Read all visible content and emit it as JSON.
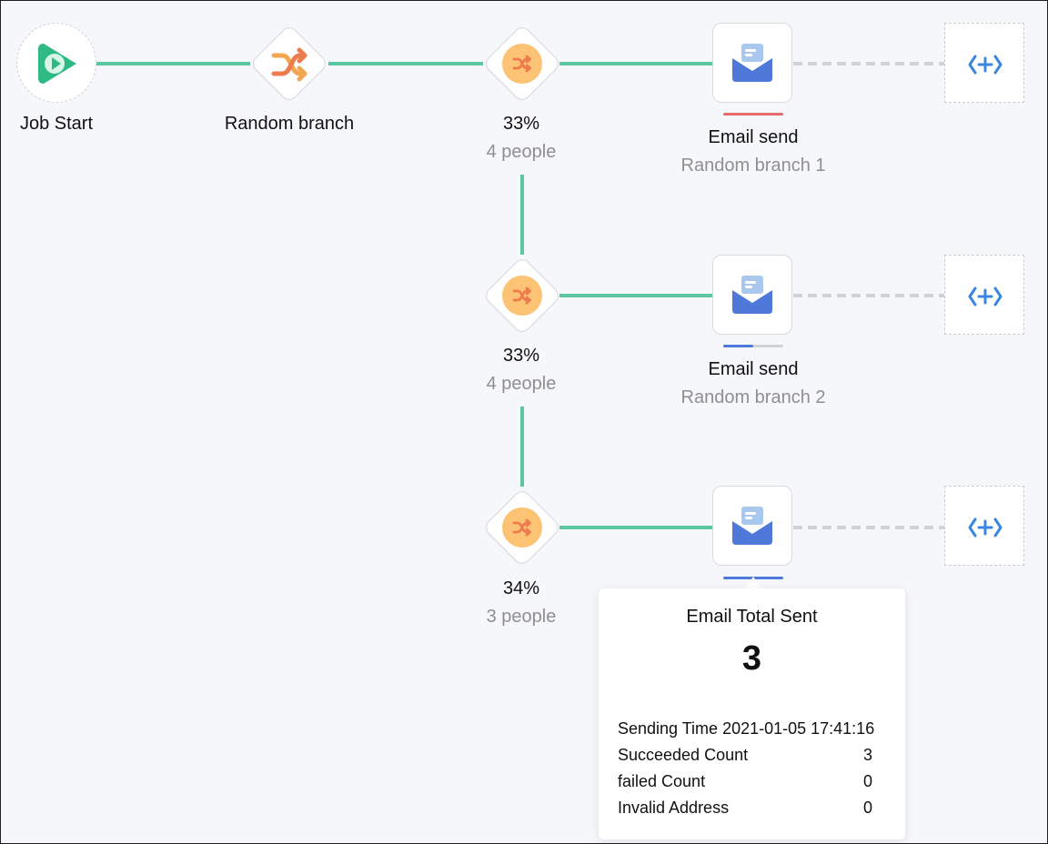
{
  "canvas": {
    "colors": {
      "background": "#f6f7fb",
      "connector": "#5cc6a0",
      "dashed_connector": "#cfd2d9",
      "status_red": "#e66b6b",
      "status_blue": "#4f79d8",
      "status_gray": "#cfd2d9",
      "badge_orange": "#fbc373",
      "shuffle_icon": "#ee7b4d",
      "add_icon": "#3a86e0"
    }
  },
  "flow": {
    "start": {
      "icon": "play-icon",
      "label": "Job Start"
    },
    "random_branch": {
      "icon": "shuffle-icon",
      "label": "Random branch"
    },
    "branches": [
      {
        "percent": "33%",
        "people": "4 people",
        "icon": "shuffle-icon",
        "email": {
          "icon": "email-icon",
          "label": "Email send",
          "sublabel": "Random branch 1",
          "status": "red"
        },
        "add_icon": "code-add-icon"
      },
      {
        "percent": "33%",
        "people": "4 people",
        "icon": "shuffle-icon",
        "email": {
          "icon": "email-icon",
          "label": "Email send",
          "sublabel": "Random branch 2",
          "status": "partial-blue"
        },
        "add_icon": "code-add-icon"
      },
      {
        "percent": "34%",
        "people": "3 people",
        "icon": "shuffle-icon",
        "email": {
          "icon": "email-icon",
          "status": "blue"
        },
        "add_icon": "code-add-icon"
      }
    ]
  },
  "tooltip": {
    "title": "Email Total Sent",
    "total": "3",
    "rows": [
      {
        "label": "Sending Time 2021-01-05 17:41:16",
        "value": ""
      },
      {
        "label": "Succeeded Count",
        "value": "3"
      },
      {
        "label": "failed Count",
        "value": "0"
      },
      {
        "label": "Invalid Address",
        "value": "0"
      }
    ]
  }
}
